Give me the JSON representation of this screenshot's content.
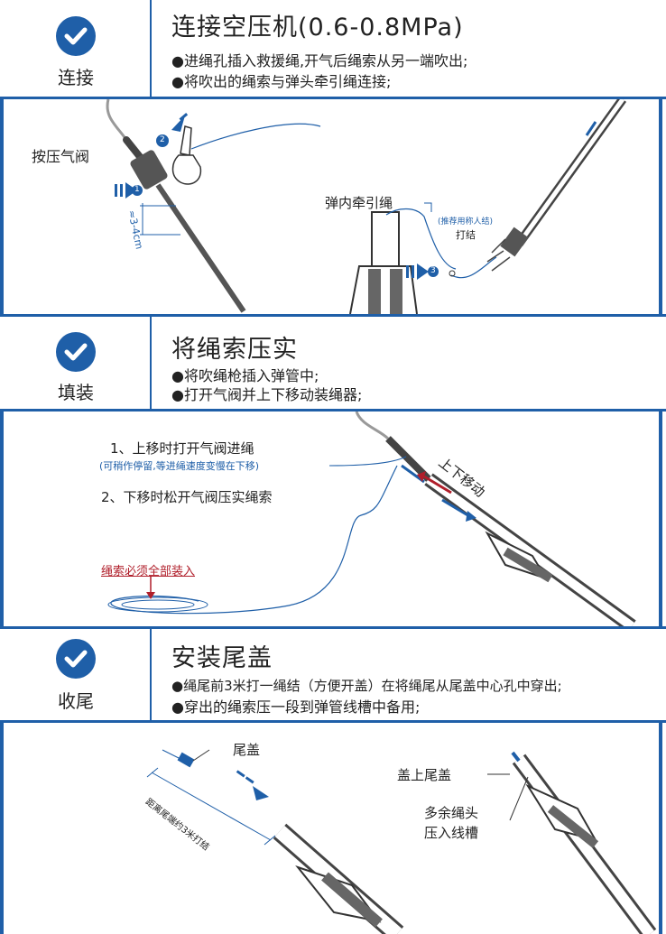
{
  "colors": {
    "accent": "#1f5fa8",
    "warning": "#b01e2a"
  },
  "sections": [
    {
      "step_name": "连接",
      "title": "连接空压机(0.6-0.8MPa)",
      "bullets": [
        "●进绳孔插入救援绳,开气后绳索从另一端吹出;",
        "●将吹出的绳索与弹头牵引绳连接;"
      ],
      "icon": "check-circle-icon"
    },
    {
      "step_name": "填装",
      "title": "将绳索压实",
      "bullets": [
        "●将吹绳枪插入弹管中;",
        "●打开气阀并上下移动装绳器;"
      ],
      "icon": "check-circle-icon"
    },
    {
      "step_name": "收尾",
      "title": "安装尾盖",
      "bullets": [
        "●绳尾前3米打一绳结（方便开盖）在将绳尾从尾盖中心孔中穿出;",
        "●穿出的绳索压一段到弹管线槽中备用;"
      ],
      "icon": "check-circle-icon"
    }
  ],
  "illus1": {
    "press_valve": "按压气阀",
    "distance": "≈3-4cm",
    "step_one": "1",
    "step_two": "2",
    "step_three": "3",
    "pull_rope": "弹内牵引绳",
    "recommend": "(推荐用称人结)",
    "knot": "打结"
  },
  "illus2": {
    "note1": "1、上移时打开气阀进绳",
    "note1_sub": "(可稍作停留,等进绳速度变慢在下移)",
    "note2": "2、下移时松开气阀压实绳索",
    "move": "上下移动",
    "warning": "绳索必须全部装入"
  },
  "illus3": {
    "tail_cap": "尾盖",
    "distance_note": "距离尾端约3米打结",
    "put_cap": "盖上尾盖",
    "extra_rope_1": "多余绳头",
    "extra_rope_2": "压入线槽"
  }
}
